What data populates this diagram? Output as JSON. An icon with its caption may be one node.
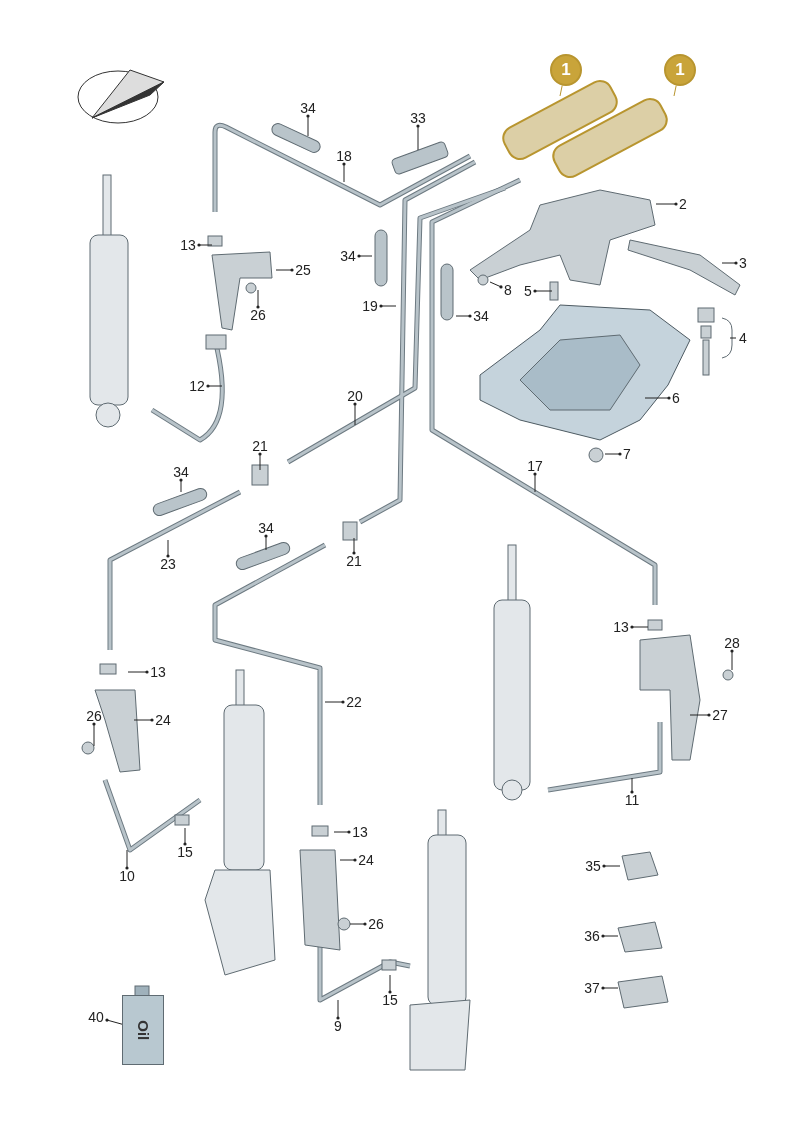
{
  "diagram": {
    "nodes": [
      {
        "text": [
          "1"
        ]
      },
      {
        "text": [
          "1"
        ]
      },
      {
        "text": [
          "34"
        ]
      },
      {
        "text": [
          "33"
        ]
      },
      {
        "text": [
          "18"
        ]
      },
      {
        "text": [
          "2"
        ]
      },
      {
        "text": [
          "13"
        ]
      },
      {
        "text": [
          "25"
        ]
      },
      {
        "text": [
          "34"
        ]
      },
      {
        "text": [
          "3"
        ]
      },
      {
        "text": [
          "26"
        ]
      },
      {
        "text": [
          "19"
        ]
      },
      {
        "text": [
          "8"
        ]
      },
      {
        "text": [
          "5"
        ]
      },
      {
        "text": [
          "34"
        ]
      },
      {
        "text": [
          "4"
        ]
      },
      {
        "text": [
          "12"
        ]
      },
      {
        "text": [
          "6"
        ]
      },
      {
        "text": [
          "20"
        ]
      },
      {
        "text": [
          "21"
        ]
      },
      {
        "text": [
          "7"
        ]
      },
      {
        "text": [
          "34"
        ]
      },
      {
        "text": [
          "17"
        ]
      },
      {
        "text": [
          "34"
        ]
      },
      {
        "text": [
          "23"
        ]
      },
      {
        "text": [
          "21"
        ]
      },
      {
        "text": [
          "13"
        ]
      },
      {
        "text": [
          "28"
        ]
      },
      {
        "text": [
          "13"
        ]
      },
      {
        "text": [
          "22"
        ]
      },
      {
        "text": [
          "26"
        ]
      },
      {
        "text": [
          "24"
        ]
      },
      {
        "text": [
          "27"
        ]
      },
      {
        "text": [
          "11"
        ]
      },
      {
        "text": [
          "13"
        ]
      },
      {
        "text": [
          "15"
        ]
      },
      {
        "text": [
          "24"
        ]
      },
      {
        "text": [
          "10"
        ]
      },
      {
        "text": [
          "35"
        ]
      },
      {
        "text": [
          "26"
        ]
      },
      {
        "text": [
          "36"
        ]
      },
      {
        "text": [
          "37"
        ]
      },
      {
        "text": [
          "15"
        ]
      },
      {
        "text": [
          "40"
        ]
      },
      {
        "text": [
          "9"
        ]
      },
      {
        "text": [
          "Oil"
        ]
      }
    ],
    "edges": [
      {
        "from": 0,
        "to": null,
        "arrow": "none",
        "color": "#b8952f"
      },
      {
        "from": 1,
        "to": null,
        "arrow": "none",
        "color": "#b8952f"
      },
      {
        "from": 2,
        "to": null,
        "arrow": "other"
      },
      {
        "from": 3,
        "to": null,
        "arrow": "other"
      },
      {
        "from": 4,
        "to": null,
        "arrow": "other"
      },
      {
        "from": 5,
        "to": null,
        "arrow": "other"
      },
      {
        "from": 6,
        "to": null,
        "arrow": "other"
      },
      {
        "from": 7,
        "to": null,
        "arrow": "other"
      },
      {
        "from": 8,
        "to": null,
        "arrow": "other"
      },
      {
        "from": 9,
        "to": null,
        "arrow": "other"
      },
      {
        "from": 10,
        "to": null,
        "arrow": "other"
      },
      {
        "from": 11,
        "to": null,
        "arrow": "other"
      },
      {
        "from": 12,
        "to": null,
        "arrow": "other"
      },
      {
        "from": 13,
        "to": null,
        "arrow": "other"
      },
      {
        "from": 14,
        "to": null,
        "arrow": "other"
      },
      {
        "from": 15,
        "to": null,
        "arrow": "none"
      },
      {
        "from": 16,
        "to": null,
        "arrow": "other"
      },
      {
        "from": 17,
        "to": null,
        "arrow": "other"
      },
      {
        "from": 18,
        "to": null,
        "arrow": "other"
      },
      {
        "from": 19,
        "to": null,
        "arrow": "other"
      },
      {
        "from": 20,
        "to": null,
        "arrow": "other"
      },
      {
        "from": 21,
        "to": null,
        "arrow": "other"
      },
      {
        "from": 22,
        "to": null,
        "arrow": "other"
      },
      {
        "from": 23,
        "to": null,
        "arrow": "other"
      },
      {
        "from": 24,
        "to": null,
        "arrow": "other"
      },
      {
        "from": 25,
        "to": null,
        "arrow": "other"
      },
      {
        "from": 26,
        "to": null,
        "arrow": "other"
      },
      {
        "from": 27,
        "to": null,
        "arrow": "other"
      },
      {
        "from": 28,
        "to": null,
        "arrow": "other"
      },
      {
        "from": 29,
        "to": null,
        "arrow": "other"
      },
      {
        "from": 30,
        "to": null,
        "arrow": "other"
      },
      {
        "from": 31,
        "to": null,
        "arrow": "other"
      },
      {
        "from": 32,
        "to": null,
        "arrow": "other"
      },
      {
        "from": 33,
        "to": null,
        "arrow": "other"
      },
      {
        "from": 34,
        "to": null,
        "arrow": "other"
      },
      {
        "from": 35,
        "to": null,
        "arrow": "other"
      },
      {
        "from": 36,
        "to": null,
        "arrow": "other"
      },
      {
        "from": 37,
        "to": null,
        "arrow": "other"
      },
      {
        "from": 38,
        "to": null,
        "arrow": "other"
      },
      {
        "from": 39,
        "to": null,
        "arrow": "other"
      },
      {
        "from": 40,
        "to": null,
        "arrow": "other"
      },
      {
        "from": 41,
        "to": null,
        "arrow": "other"
      },
      {
        "from": 42,
        "to": null,
        "arrow": "other"
      },
      {
        "from": 43,
        "to": 45,
        "arrow": "other"
      },
      {
        "from": 44,
        "to": null,
        "arrow": "other"
      }
    ],
    "labels": []
  }
}
